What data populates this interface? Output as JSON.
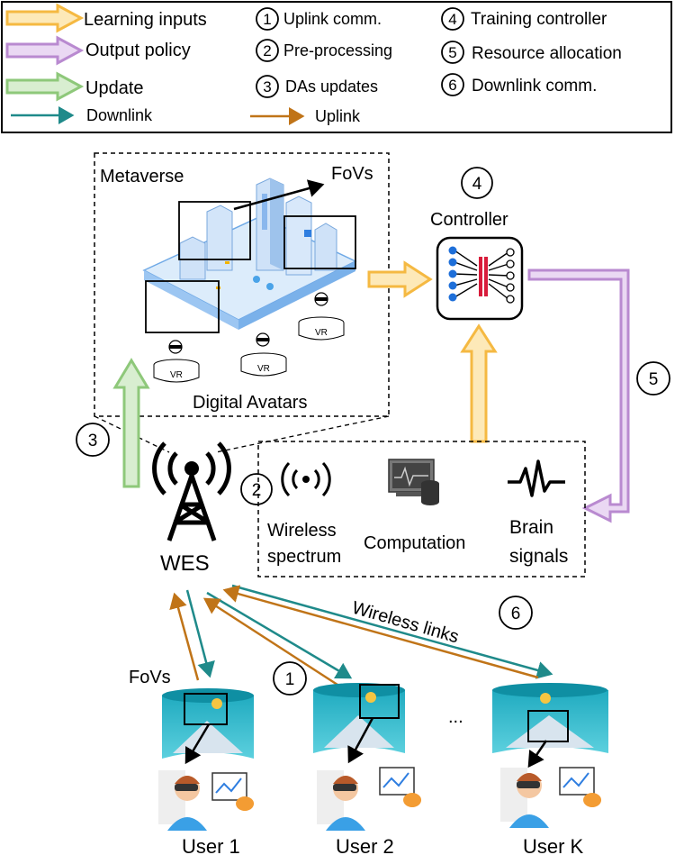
{
  "legend": {
    "learning_inputs": "Learning inputs",
    "output_policy": "Output policy",
    "update": "Update",
    "downlink": "Downlink",
    "uplink": "Uplink",
    "steps": [
      {
        "num": "1",
        "label": "Uplink comm."
      },
      {
        "num": "2",
        "label": "Pre-processing"
      },
      {
        "num": "3",
        "label": "DAs updates"
      },
      {
        "num": "4",
        "label": "Training controller"
      },
      {
        "num": "5",
        "label": "Resource allocation"
      },
      {
        "num": "6",
        "label": "Downlink comm."
      }
    ]
  },
  "metaverse": {
    "title": "Metaverse",
    "fovs": "FoVs",
    "avatars": "Digital Avatars",
    "vr": "VR"
  },
  "controller": {
    "num": "4",
    "label": "Controller"
  },
  "step5": "5",
  "step3": "3",
  "step2": "2",
  "step6": "6",
  "step1": "1",
  "wes": "WES",
  "resources": {
    "wireless_1": "Wireless",
    "wireless_2": "spectrum",
    "computation": "Computation",
    "brain_1": "Brain",
    "brain_2": "signals"
  },
  "wireless_links": "Wireless links",
  "fovs_users": "FoVs",
  "ellipsis": "...",
  "users": [
    "User 1",
    "User 2",
    "User K"
  ],
  "colors": {
    "learning": "#f5b942",
    "output": "#b98ad0",
    "update": "#8ec87a",
    "downlink": "#1f8a8a",
    "uplink": "#c07418",
    "panorama": "#2cb5c8"
  }
}
